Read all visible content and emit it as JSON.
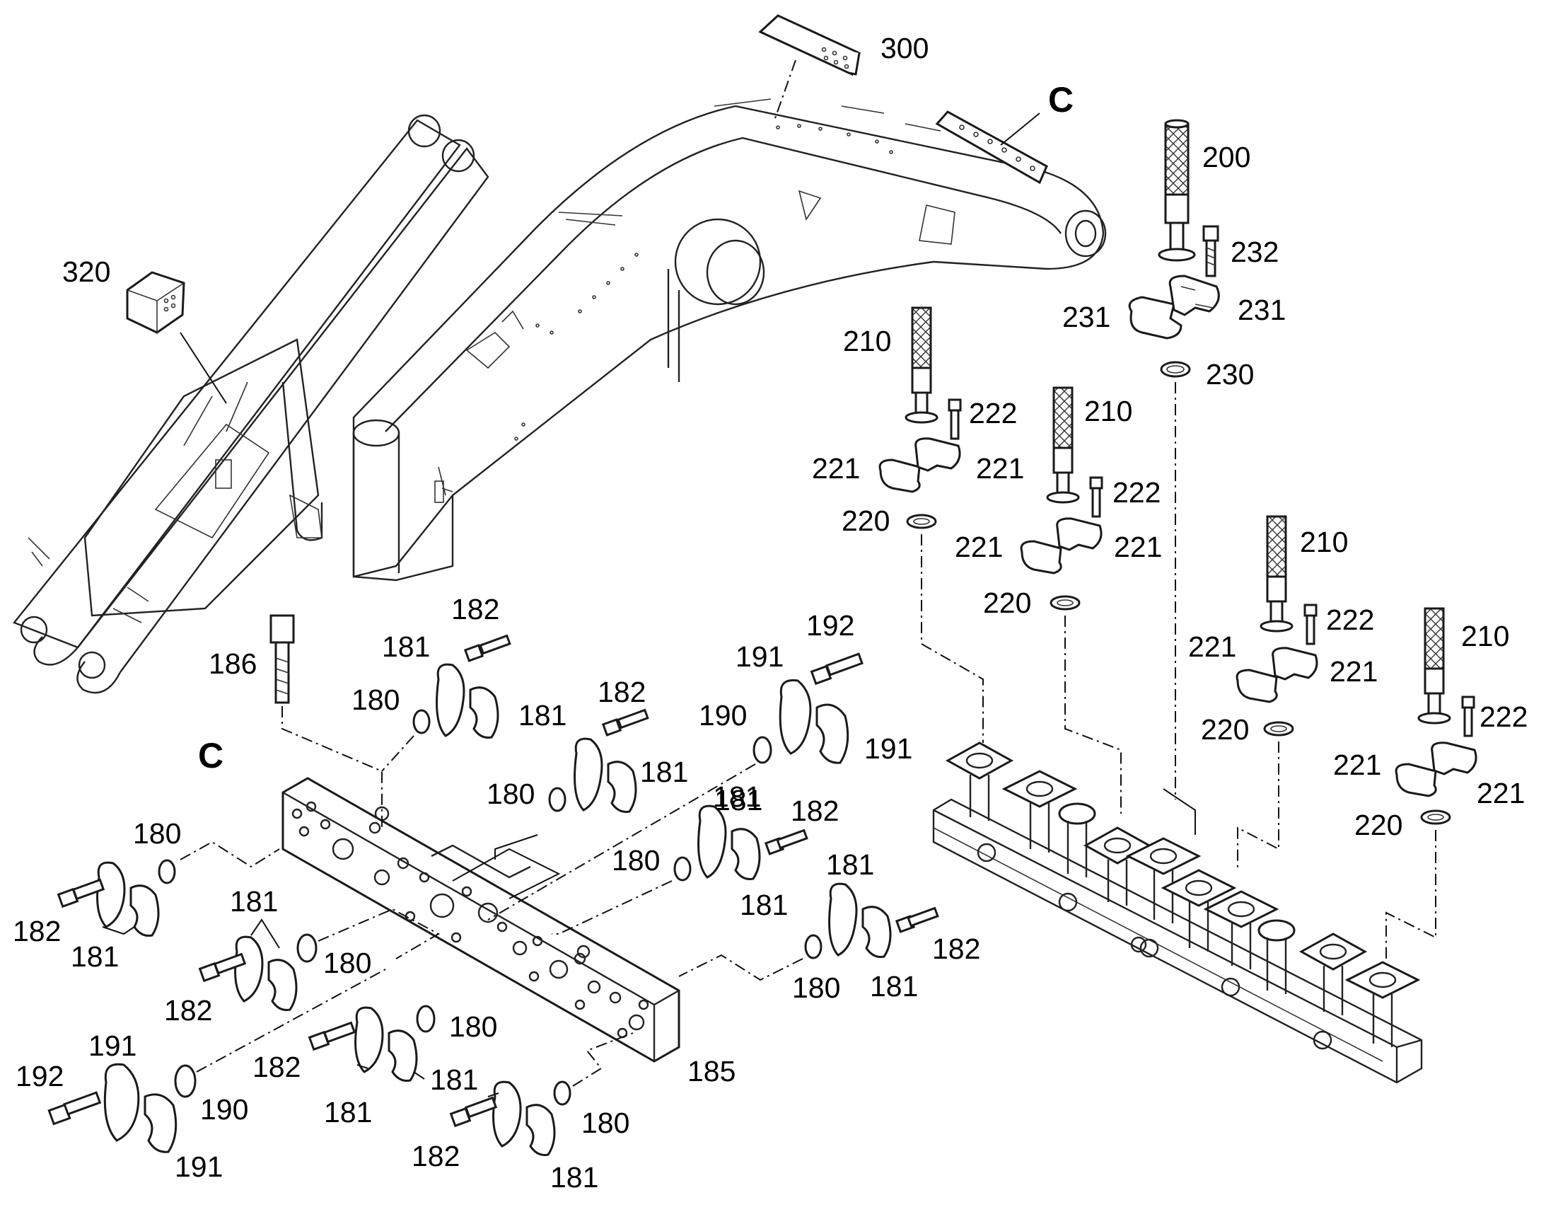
{
  "diagram": {
    "labels": {
      "l300": "300",
      "lC1": "C",
      "l200": "200",
      "l232": "232",
      "l231a": "231",
      "l231b": "231",
      "l230": "230",
      "l320": "320",
      "l210a": "210",
      "l222a": "222",
      "l221a": "221",
      "l221b": "221",
      "l220a": "220",
      "l210b": "210",
      "l222b": "222",
      "l221c": "221",
      "l221d": "221",
      "l220b": "220",
      "l210c": "210",
      "l222c": "222",
      "l221e": "221",
      "l221f": "221",
      "l220c": "220",
      "l210d": "210",
      "l222d": "222",
      "l221g": "221",
      "l221h": "221",
      "l220d": "220",
      "l186": "186",
      "l182a": "182",
      "l181a": "181",
      "l180a": "180",
      "l181b": "181",
      "l192a": "192",
      "l191a": "191",
      "l190a": "190",
      "l191b": "191",
      "l182b": "182",
      "l180b": "180",
      "l181c": "181",
      "l181d": "181",
      "lC2": "C",
      "l180c": "180",
      "l182c": "182",
      "l181e": "181",
      "l180d": "180",
      "l181f": "181",
      "l181g": "181",
      "l182d": "182",
      "l181h": "181",
      "l180e": "180",
      "l182e": "182",
      "l181i": "181",
      "l180f": "180",
      "l181j": "181",
      "l182f": "182",
      "l192b": "192",
      "l191c": "191",
      "l190b": "190",
      "l191d": "191",
      "l182g": "182",
      "l181k": "181",
      "l181l": "181",
      "l180g": "180",
      "l185": "185",
      "l182h": "182",
      "l181m": "181",
      "l180h": "180"
    }
  }
}
